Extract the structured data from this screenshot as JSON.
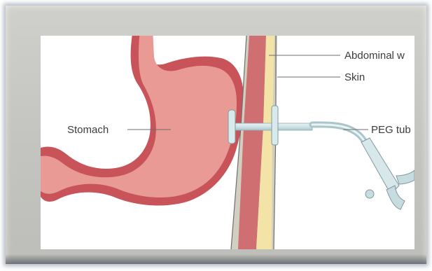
{
  "diagram": {
    "labels": {
      "abdominal_wall": "Abdominal w",
      "skin": "Skin",
      "stomach": "Stomach",
      "peg_tube": "PEG tub"
    },
    "colors": {
      "frame": "#c6c7c2",
      "panel": "#ffffff",
      "stomach_wall": "#c8545a",
      "stomach_fill": "#e99a94",
      "fat_layer": "#f3e3a6",
      "muscle_layer": "#cf6f72",
      "tube": "#cfe3e6",
      "label_text": "#3c3c3c"
    },
    "icons": [
      "peg-tube-connector-icon",
      "bumper-icon"
    ]
  }
}
